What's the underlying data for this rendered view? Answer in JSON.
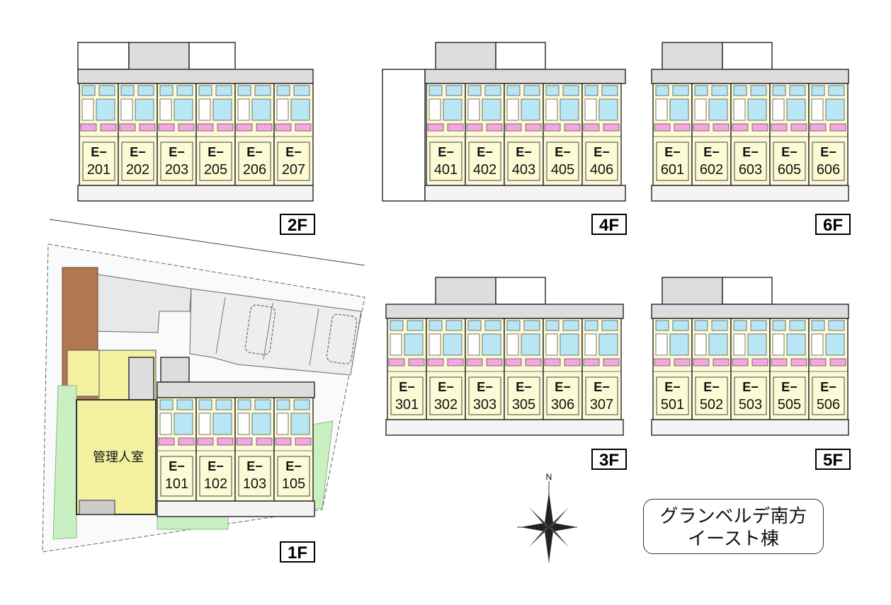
{
  "building": {
    "title_line1": "グランベルデ南方",
    "title_line2": "イースト棟"
  },
  "compass": {
    "north_label": "N"
  },
  "management_room": "管理人室",
  "unit_prefix": "E−",
  "floors": [
    {
      "label": "2F",
      "units": [
        "201",
        "202",
        "203",
        "205",
        "206",
        "207"
      ]
    },
    {
      "label": "4F",
      "units": [
        "401",
        "402",
        "403",
        "405",
        "406"
      ]
    },
    {
      "label": "6F",
      "units": [
        "601",
        "602",
        "603",
        "605",
        "606"
      ]
    },
    {
      "label": "3F",
      "units": [
        "301",
        "302",
        "303",
        "305",
        "306",
        "307"
      ]
    },
    {
      "label": "5F",
      "units": [
        "501",
        "502",
        "503",
        "505",
        "506"
      ]
    },
    {
      "label": "1F",
      "units": [
        "101",
        "102",
        "103",
        "105"
      ]
    }
  ],
  "colors": {
    "room": "#fdfbd6",
    "bath": "#b9e6f5",
    "storage": "#f3a6df",
    "wall": "#333333",
    "green": "#c8f0c0",
    "deck": "#b07850"
  }
}
